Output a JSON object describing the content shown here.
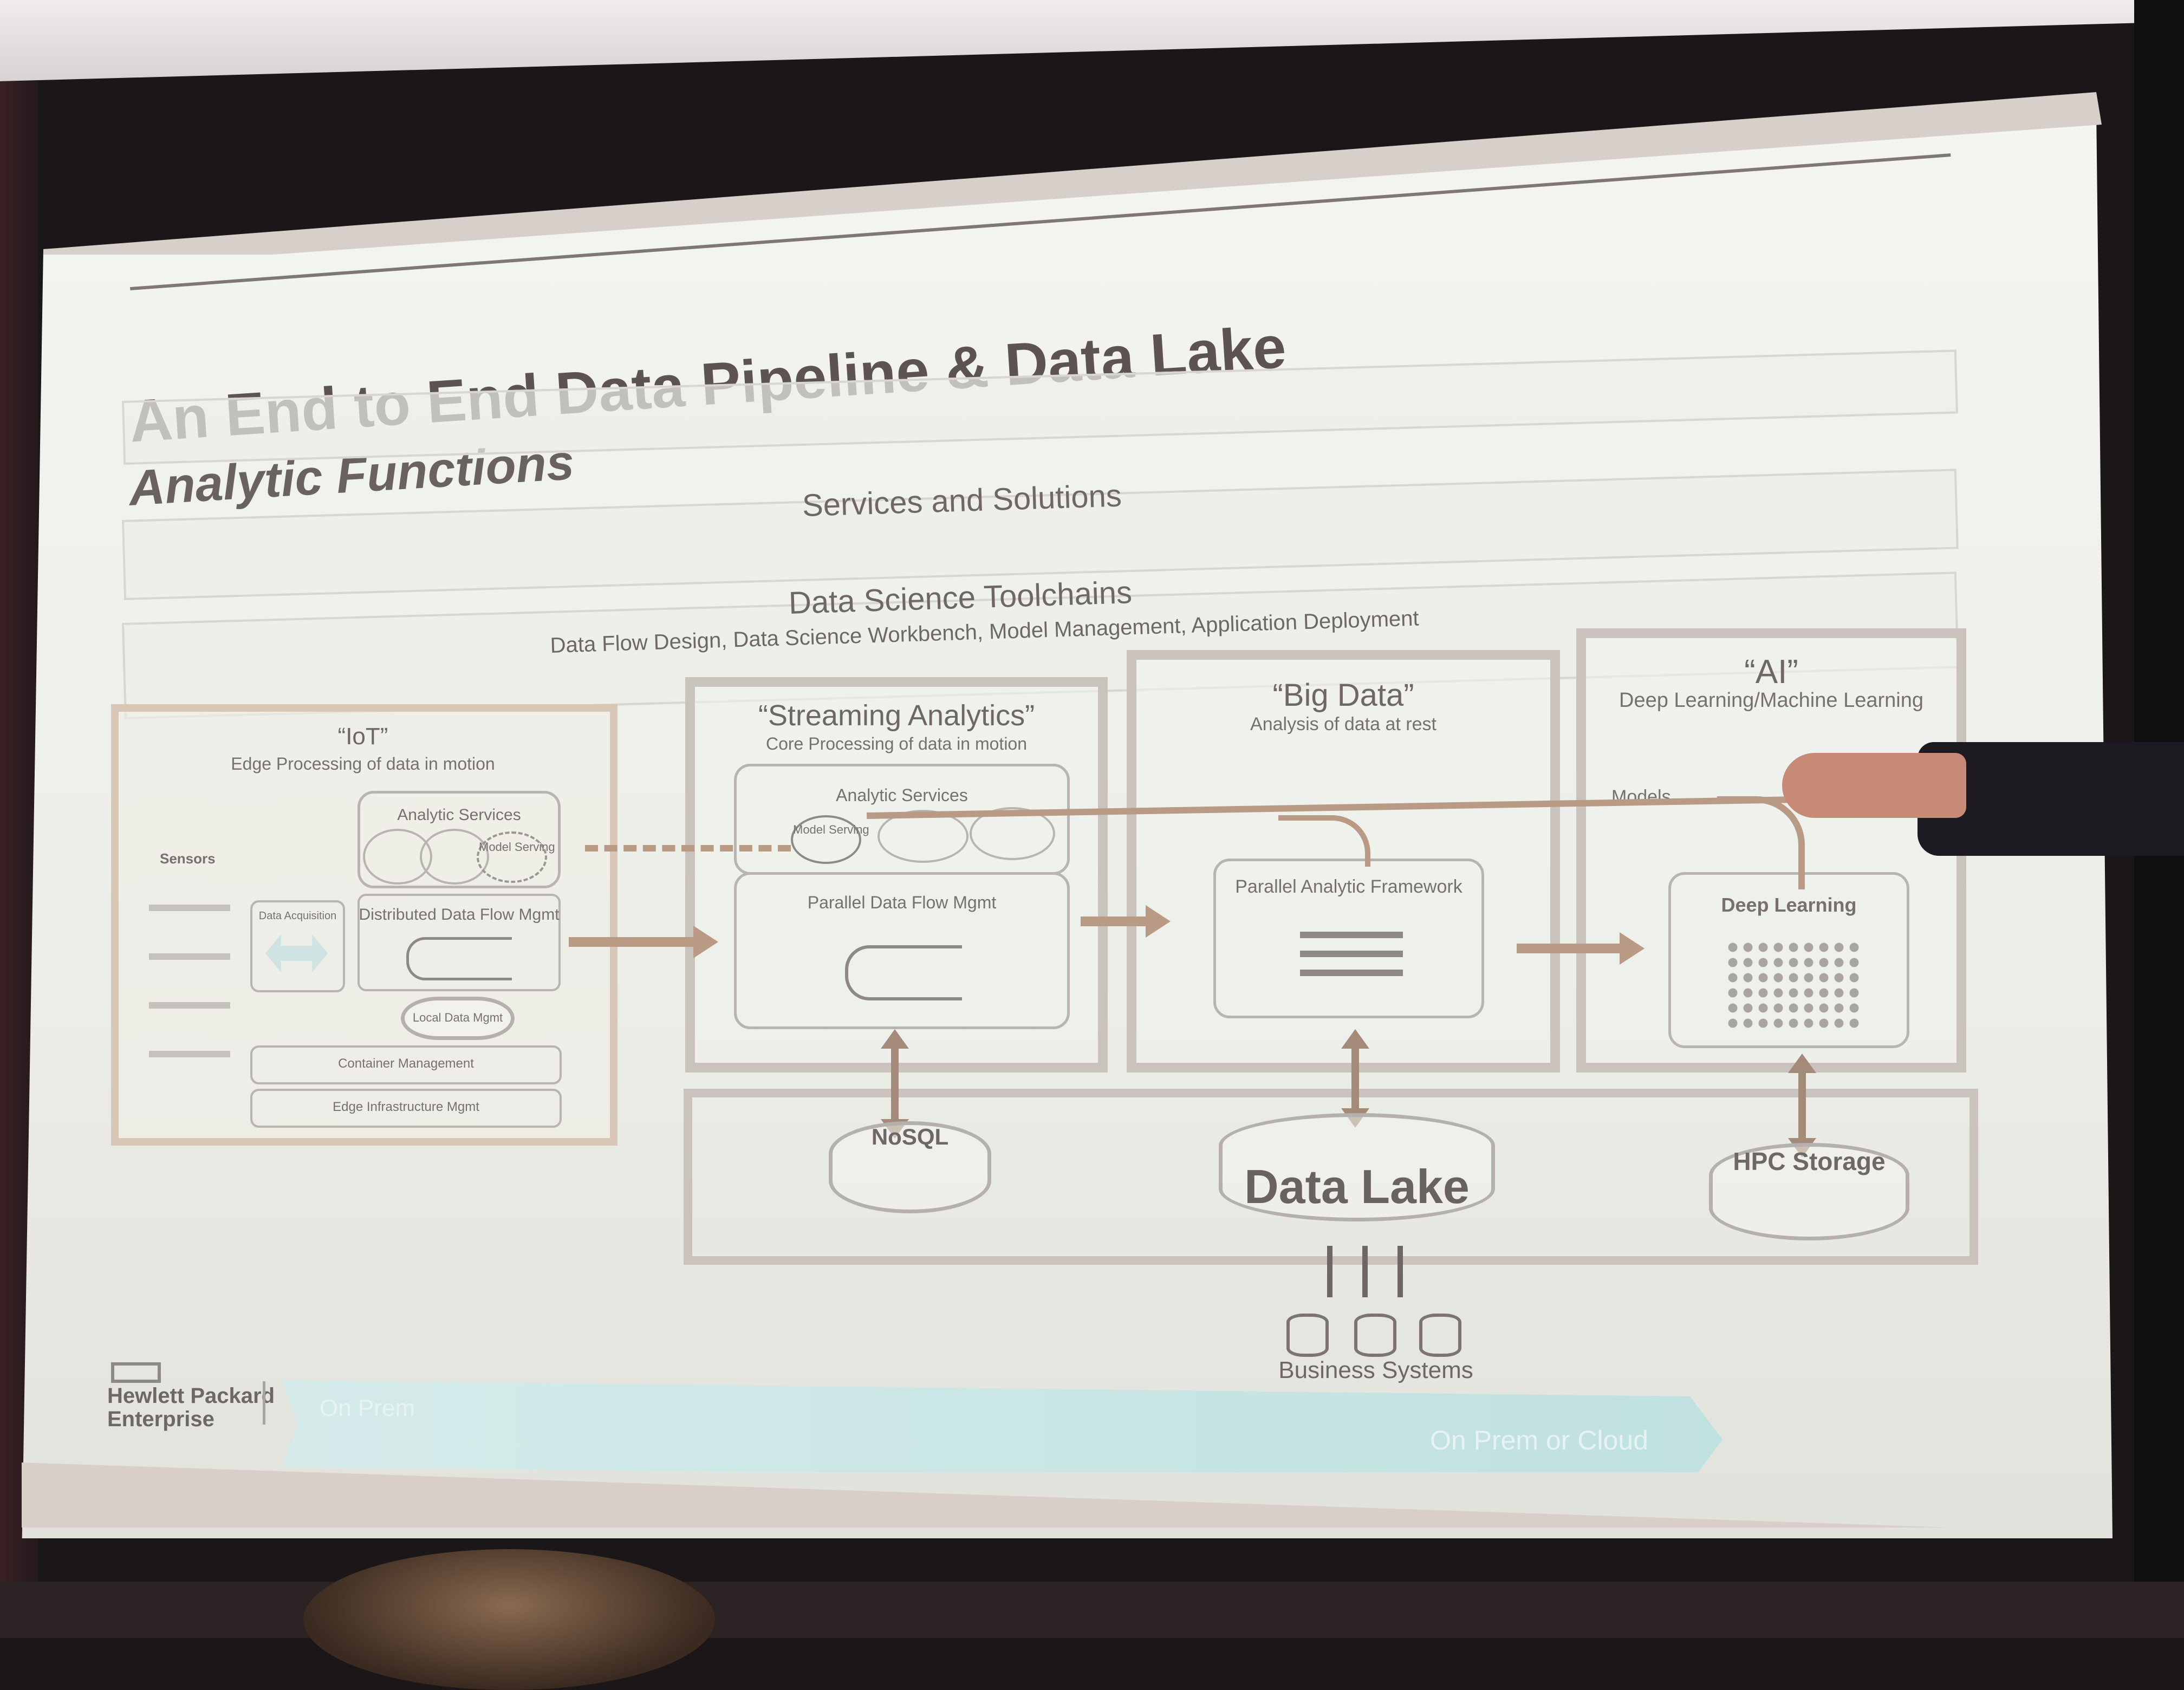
{
  "slide": {
    "title": "An End to End Data Pipeline & Data Lake",
    "subtitle": "Analytic Functions",
    "services_band": "Services and Solutions",
    "toolchains_title": "Data Science Toolchains",
    "toolchains_detail": "Data Flow Design, Data Science Workbench, Model Management, Application Deployment"
  },
  "iot": {
    "title": "“IoT”",
    "detail": "Edge Processing of data in motion",
    "sensors": "Sensors",
    "analytic_services": "Analytic Services",
    "model_serving": "Model Serving",
    "data_acquisition": "Data Acquisition",
    "distributed_flow": "Distributed Data Flow Mgmt",
    "local_data": "Local Data Mgmt",
    "container_mgmt": "Container Management",
    "edge_infra": "Edge Infrastructure Mgmt"
  },
  "streaming": {
    "title": "“Streaming Analytics”",
    "detail": "Core Processing of data in motion",
    "analytic_services": "Analytic Services",
    "model_serving": "Model Serving",
    "parallel_flow": "Parallel Data Flow Mgmt"
  },
  "bigdata": {
    "title": "“Big Data”",
    "detail": "Analysis of data at rest",
    "framework": "Parallel Analytic Framework"
  },
  "ai": {
    "title": "“AI”",
    "detail": "Deep Learning/Machine Learning",
    "models": "Models",
    "deep_learning": "Deep Learning"
  },
  "storage": {
    "nosql": "NoSQL",
    "data_lake": "Data Lake",
    "hpc": "HPC Storage",
    "business": "Business Systems"
  },
  "footer": {
    "brand_line1": "Hewlett Packard",
    "brand_line2": "Enterprise",
    "on_prem": "On Prem",
    "on_prem_cloud": "On Prem or Cloud"
  },
  "colors": {
    "panel_border": "#cac2bd",
    "iot_border": "#d8c7b6",
    "arrow": "#b89a85",
    "cloud_bar": "#bfe1e0",
    "title_text": "#5d5452"
  }
}
